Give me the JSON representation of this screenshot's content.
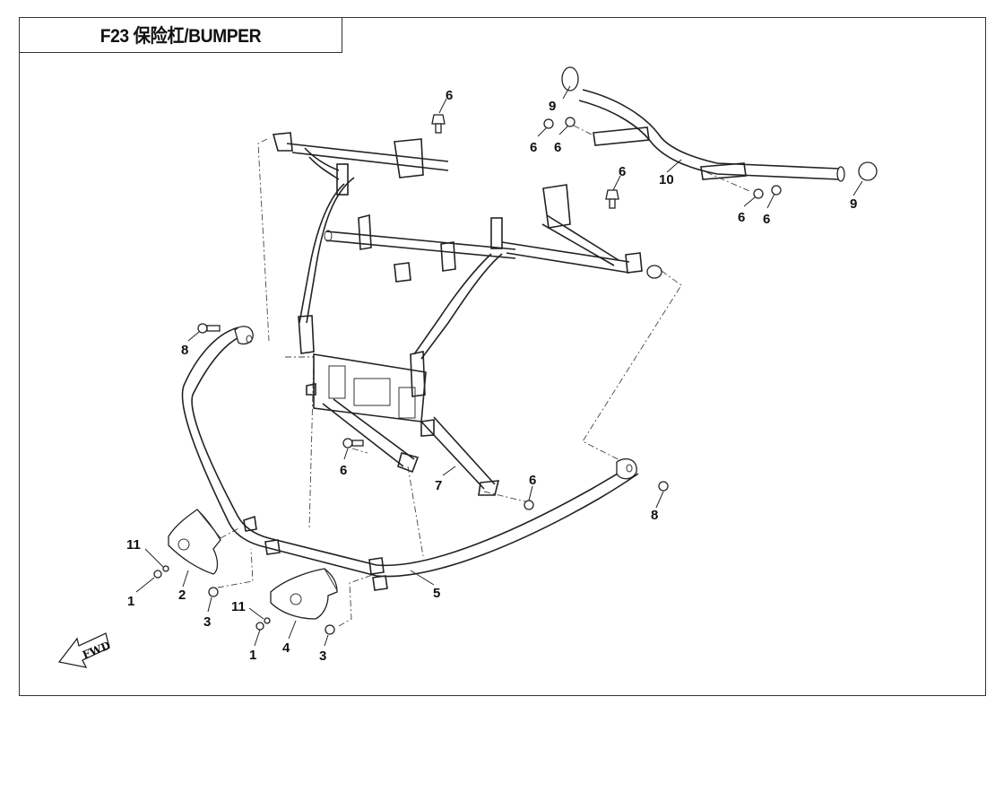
{
  "title": "F23 保险杠/BUMPER",
  "fwd_label": "FWD",
  "callouts": [
    {
      "id": "c6a",
      "text": "6"
    },
    {
      "id": "c9a",
      "text": "9"
    },
    {
      "id": "c6b",
      "text": "6"
    },
    {
      "id": "c6c",
      "text": "6"
    },
    {
      "id": "c10",
      "text": "10"
    },
    {
      "id": "c6d",
      "text": "6"
    },
    {
      "id": "c9b",
      "text": "9"
    },
    {
      "id": "c6e",
      "text": "6"
    },
    {
      "id": "c6f",
      "text": "6"
    },
    {
      "id": "c8a",
      "text": "8"
    },
    {
      "id": "c6g",
      "text": "6"
    },
    {
      "id": "c7",
      "text": "7"
    },
    {
      "id": "c6h",
      "text": "6"
    },
    {
      "id": "c8b",
      "text": "8"
    },
    {
      "id": "c11a",
      "text": "11"
    },
    {
      "id": "c1a",
      "text": "1"
    },
    {
      "id": "c2",
      "text": "2"
    },
    {
      "id": "c3a",
      "text": "3"
    },
    {
      "id": "c5",
      "text": "5"
    },
    {
      "id": "c11b",
      "text": "11"
    },
    {
      "id": "c1b",
      "text": "1"
    },
    {
      "id": "c4",
      "text": "4"
    },
    {
      "id": "c3b",
      "text": "3"
    }
  ]
}
